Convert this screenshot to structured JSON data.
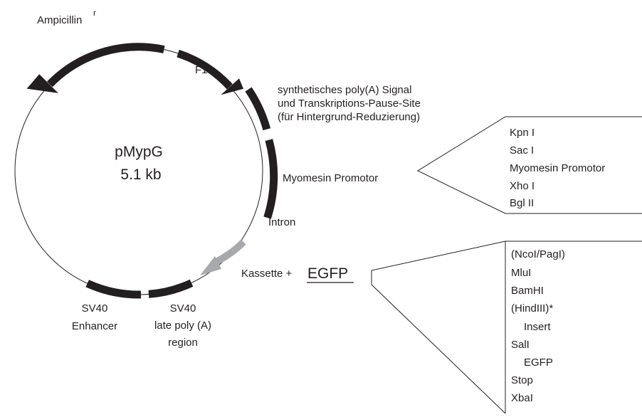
{
  "plasmid": {
    "name": "pMypG",
    "size": "5.1 kb"
  },
  "labels": {
    "ampicillin": "Ampicillin",
    "ampicillin_sup": "r",
    "f1": "F1",
    "polya_line1": "synthetisches poly(A) Signal",
    "polya_line2": "und Transkriptions-Pause-Site",
    "polya_line3": "(für Hintergrund-Reduzierung)",
    "myomesin": "Myomesin Promotor",
    "intron": "Intron",
    "kassette": "Kassette + ",
    "egfp": "EGFP",
    "sv40_enh_line1": "SV40",
    "sv40_enh_line2": "Enhancer",
    "sv40_late_line1": "SV40",
    "sv40_late_line2": "late poly (A)",
    "sv40_late_line3": "region"
  },
  "promoter_box": {
    "items": [
      "Kpn I",
      "Sac I",
      "Myomesin Promotor",
      "Xho I",
      "Bgl II"
    ]
  },
  "cassette_box": {
    "items": [
      "(NcoI/PagI)",
      "MluI",
      "BamHI",
      "(HindIII)*",
      "Insert",
      "SalI",
      "EGFP",
      "Stop",
      "XbaI"
    ]
  },
  "colors": {
    "ink": "#231f20",
    "intron_arrow": "#a7a9ac"
  }
}
